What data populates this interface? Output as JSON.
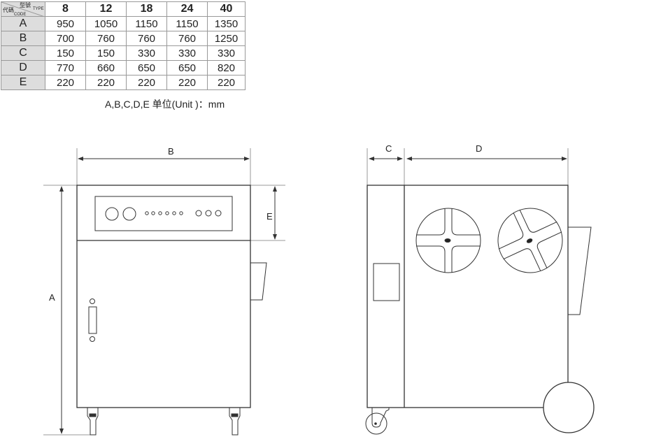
{
  "table": {
    "corner": {
      "type_zh": "型號",
      "type_en": "TYPE",
      "code_zh": "代碼",
      "code_en": "CODE"
    },
    "types": [
      "8",
      "12",
      "18",
      "24",
      "40"
    ],
    "rows": [
      {
        "code": "A",
        "values": [
          "950",
          "1050",
          "1150",
          "1150",
          "1350"
        ]
      },
      {
        "code": "B",
        "values": [
          "700",
          "760",
          "760",
          "760",
          "1250"
        ]
      },
      {
        "code": "C",
        "values": [
          "150",
          "150",
          "330",
          "330",
          "330"
        ]
      },
      {
        "code": "D",
        "values": [
          "770",
          "660",
          "650",
          "650",
          "820"
        ]
      },
      {
        "code": "E",
        "values": [
          "220",
          "220",
          "220",
          "220",
          "220"
        ]
      }
    ],
    "unit_note": "A,B,C,D,E  单位(Unit )：mm"
  },
  "front_view": {
    "dim_a": "A",
    "dim_b": "B",
    "dim_e": "E"
  },
  "side_view": {
    "dim_c": "C",
    "dim_d": "D"
  }
}
